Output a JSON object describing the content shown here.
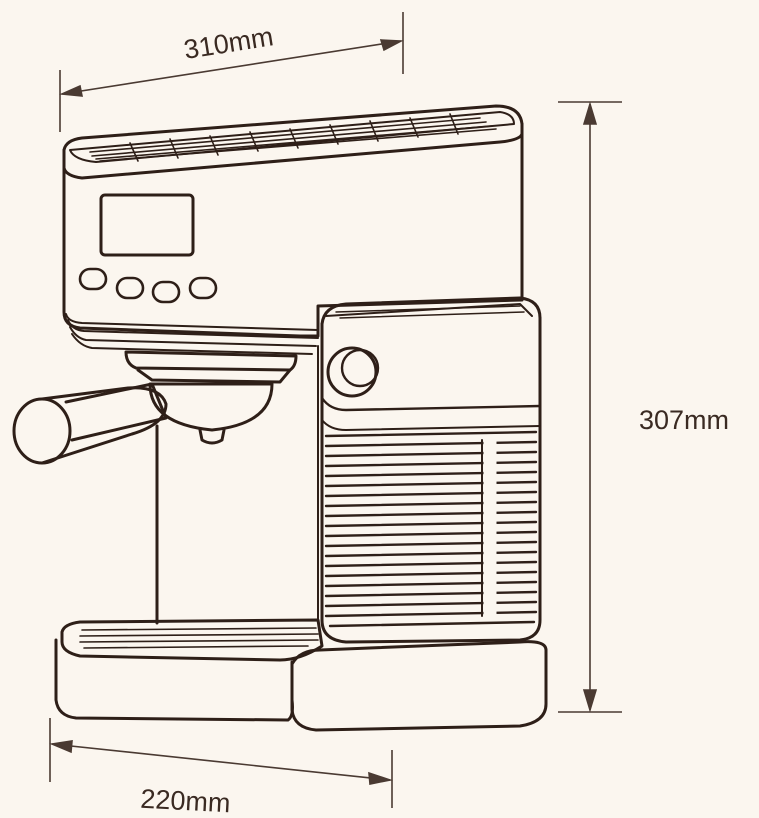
{
  "diagram": {
    "dimensions": {
      "width_top": "310mm",
      "height": "307mm",
      "depth_bottom": "220mm"
    }
  },
  "colors": {
    "background": "#fbf6ef",
    "line": "#2e1f18",
    "dimension_line": "#4a3a32",
    "label_text": "#3a2a22"
  }
}
